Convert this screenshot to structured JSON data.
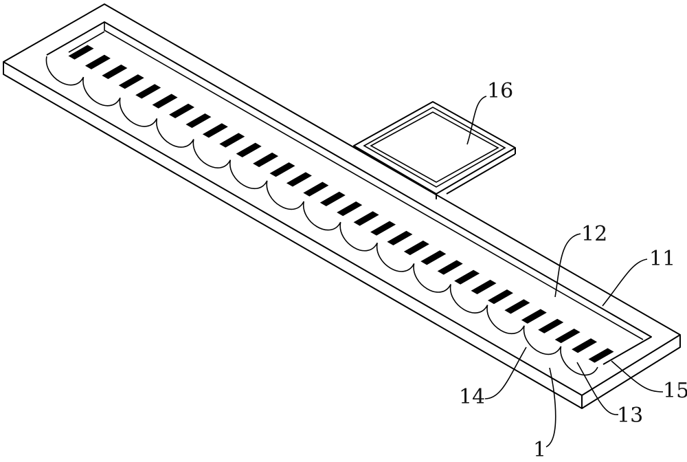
{
  "figure": {
    "labels": {
      "l1": "1",
      "l11": "11",
      "l12": "12",
      "l13": "13",
      "l14": "14",
      "l15": "15",
      "l16": "16"
    },
    "colors": {
      "line": "#000000",
      "background": "#ffffff"
    }
  }
}
